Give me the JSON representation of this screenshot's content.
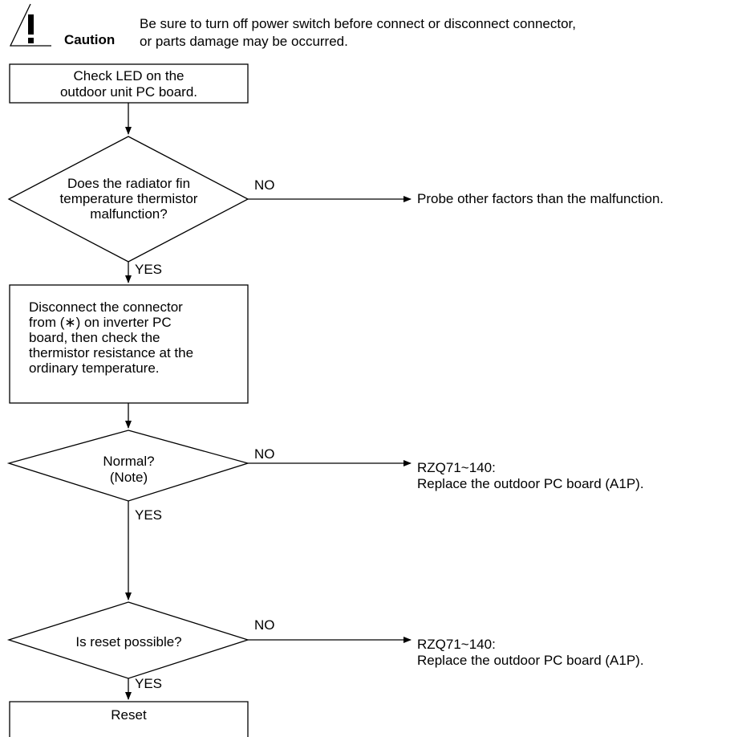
{
  "caution": {
    "label": "Caution",
    "line1": "Be sure to turn off power switch before connect or disconnect connector,",
    "line2": "or parts damage may be occurred."
  },
  "flow": {
    "box1": [
      "Check LED on the",
      "outdoor unit PC board."
    ],
    "diamond1": [
      "Does the radiator fin",
      "temperature thermistor",
      "malfunction?"
    ],
    "d1_no": "NO",
    "d1_no_result": "Probe other factors than the malfunction.",
    "d1_yes": "YES",
    "box2": [
      "Disconnect the connector",
      "from (∗) on inverter PC",
      "board, then check the",
      "thermistor resistance at the",
      "ordinary temperature."
    ],
    "diamond2": [
      "Normal?",
      "(Note)"
    ],
    "d2_no": "NO",
    "d2_no_result": [
      "RZQ71~140:",
      "Replace the outdoor PC board (A1P)."
    ],
    "d2_yes": "YES",
    "diamond3": "Is reset possible?",
    "d3_no": "NO",
    "d3_no_result": [
      "RZQ71~140:",
      "Replace the outdoor PC board (A1P)."
    ],
    "d3_yes": "YES",
    "box3": "Reset"
  }
}
